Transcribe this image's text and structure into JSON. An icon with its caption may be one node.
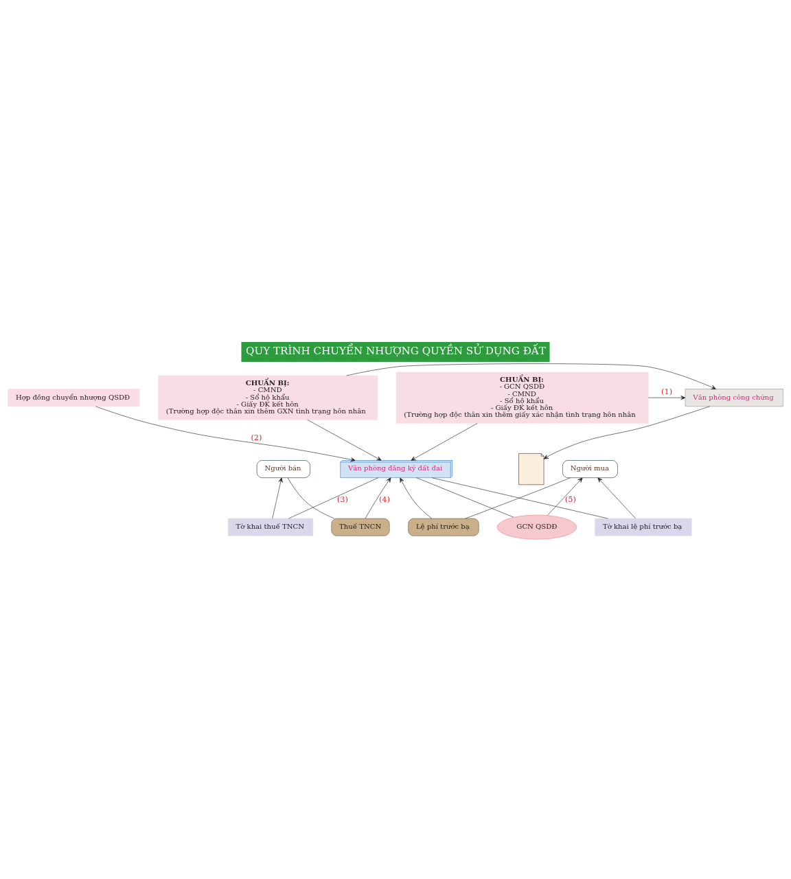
{
  "diagram": {
    "title": "QUY TRÌNH CHUYỂN NHƯỢNG QUYỀN SỬ DỤNG ĐẤT",
    "nodes": [
      {
        "text": [
          "Văn phòng công chứng"
        ]
      },
      {
        "text": [
          "CHUẨN BỊ:",
          "- GCN QSDĐ",
          "- CMND",
          "- Sổ hộ khẩu",
          "- Giấy ĐK kết hôn",
          "(Trường hợp độc thân xin thêm giấy xác nhận tình trạng hôn nhân"
        ]
      },
      {
        "text": [
          "CHUẨN BỊ:",
          "- CMND",
          "- Sổ hộ khẩu",
          "- Giấy ĐK kết hôn",
          "(Trường hợp độc thân xin thêm GXN tình trạng hôn nhân"
        ]
      },
      {
        "text": [],
        "shape": "picture"
      },
      {
        "text": [
          "Hợp đồng chuyển nhượng QSDĐ"
        ]
      },
      {
        "text": [
          "Văn phòng đăng ký đất đai"
        ]
      },
      {
        "text": [
          "Người bán"
        ]
      },
      {
        "text": [
          "Người mua"
        ]
      },
      {
        "text": [
          "Tờ khai thuế TNCN"
        ]
      },
      {
        "text": [
          "Tờ khai lệ phí trước bạ"
        ]
      },
      {
        "text": [
          "Thuế TNCN"
        ]
      },
      {
        "text": [
          "Lệ phí trước bạ"
        ]
      },
      {
        "text": [
          "GCN QSDĐ"
        ]
      }
    ],
    "edges": [
      {
        "from": 1,
        "to": 0,
        "arrow": "to",
        "label": "(1)"
      },
      {
        "from": 2,
        "to": 0,
        "arrow": "to"
      },
      {
        "from": 0,
        "to": 3,
        "arrow": "to"
      },
      {
        "from": 4,
        "to": 5,
        "arrow": "to",
        "label": "(2)"
      },
      {
        "from": 1,
        "to": 5,
        "arrow": "to"
      },
      {
        "from": 2,
        "to": 5,
        "arrow": "to"
      },
      {
        "from": 5,
        "to": 8,
        "arrow": "none",
        "label": "(3)"
      },
      {
        "from": 8,
        "to": 6,
        "arrow": "to"
      },
      {
        "from": 5,
        "to": 9,
        "arrow": "none"
      },
      {
        "from": 9,
        "to": 7,
        "arrow": "to"
      },
      {
        "from": 6,
        "to": 10,
        "arrow": "none"
      },
      {
        "from": 10,
        "to": 5,
        "arrow": "to",
        "label": "(4)"
      },
      {
        "from": 7,
        "to": 11,
        "arrow": "none"
      },
      {
        "from": 11,
        "to": 5,
        "arrow": "to"
      },
      {
        "from": 5,
        "to": 12,
        "arrow": "none"
      },
      {
        "from": 12,
        "to": 7,
        "arrow": "to",
        "label": "(5)"
      }
    ]
  }
}
